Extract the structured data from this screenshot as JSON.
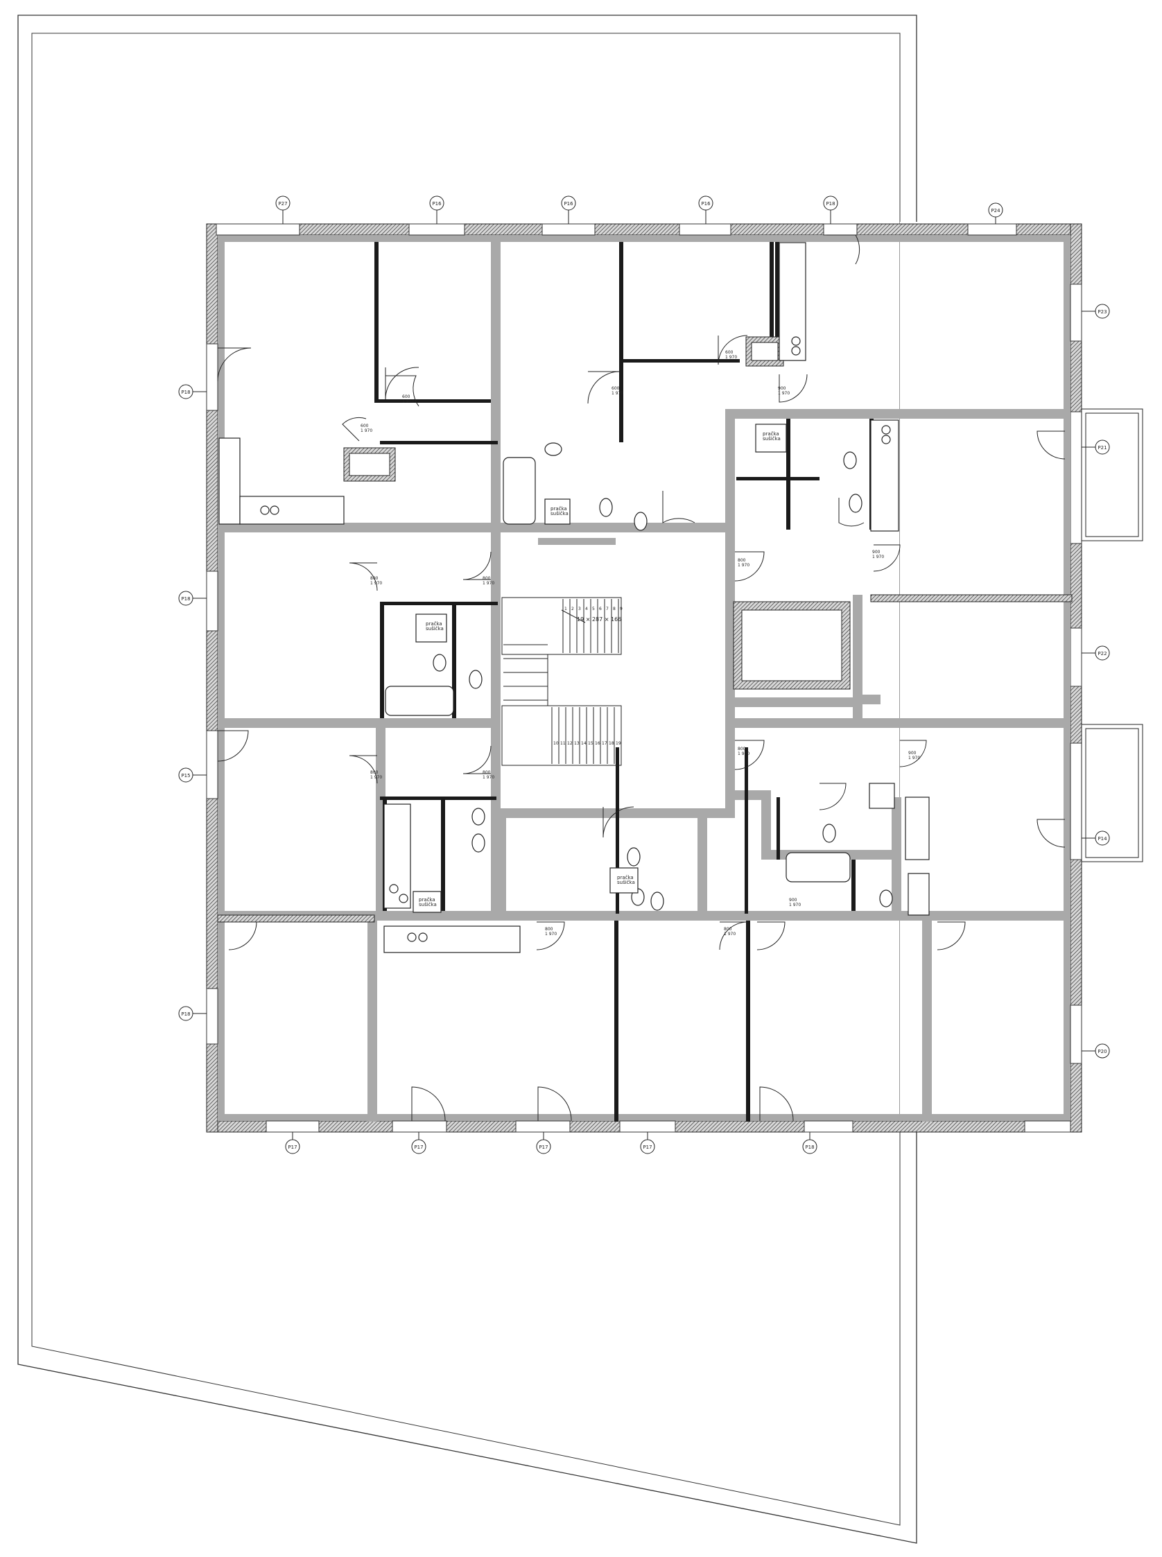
{
  "plan": {
    "window_tags": {
      "top": [
        "P27",
        "P16",
        "P16",
        "P16",
        "P18",
        "P24"
      ],
      "bottom": [
        "P17",
        "P17",
        "P17",
        "P17",
        "P18"
      ],
      "left": [
        "P18",
        "P18",
        "P15",
        "P18"
      ],
      "right": [
        "P23",
        "P21",
        "P22",
        "P14",
        "P20"
      ]
    },
    "door_labels": [
      "600\n1 970",
      "600\n1 970",
      "600\n1 970",
      "600\n1 970",
      "800\n1 970",
      "800\n1 970",
      "800\n1 970",
      "800\n1 970",
      "900\n1 970",
      "900\n1 970",
      "900\n1 970",
      "900\n1 970",
      "800\n1 970",
      "800\n1 970",
      "800\n1 970",
      "800\n1 970"
    ],
    "appliance_labels": [
      "pračka\nsušička",
      "pračka\nsušička",
      "pračka\nsušička",
      "pračka\nsušička",
      "pračka\nsušička"
    ],
    "stair_label": "19 × 287 × 166",
    "stair_numbers": [
      "1",
      "2",
      "3",
      "4",
      "5",
      "6",
      "7",
      "8",
      "9",
      "10",
      "11",
      "12",
      "13",
      "14",
      "15",
      "16",
      "17",
      "18",
      "19"
    ]
  }
}
